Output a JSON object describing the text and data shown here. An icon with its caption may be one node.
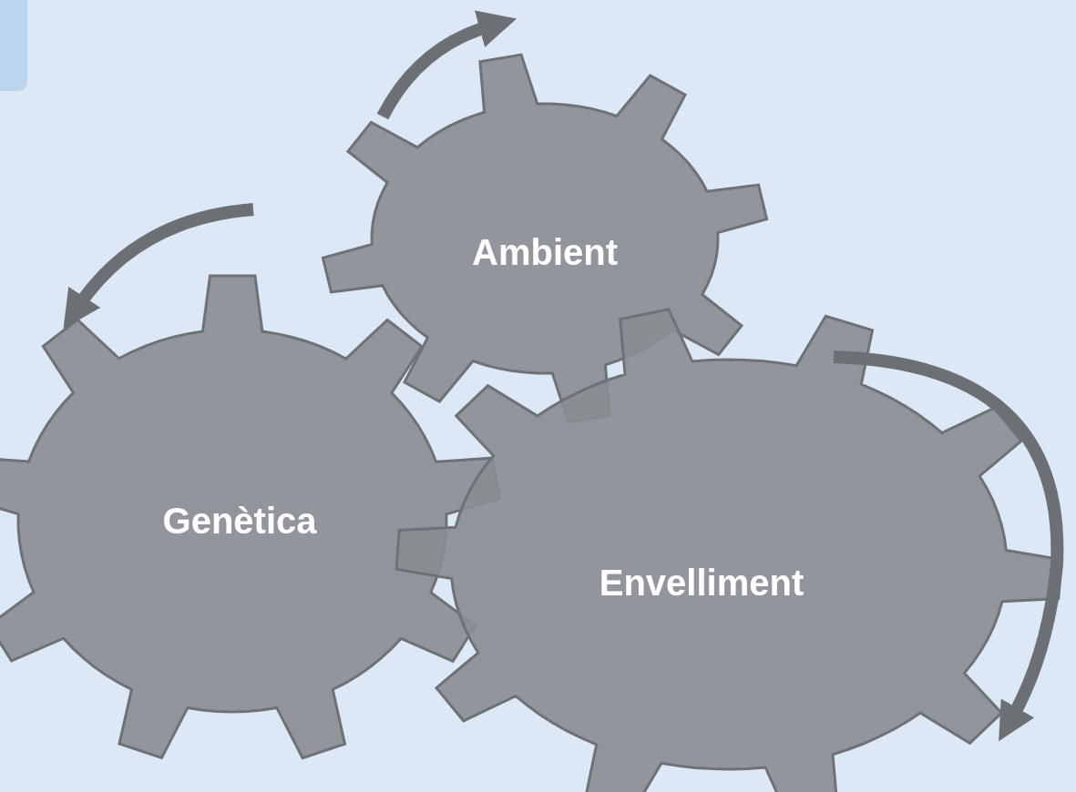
{
  "diagram": {
    "nodes": [
      {
        "text": [
          "Ambient"
        ]
      },
      {
        "text": [
          "Genètica"
        ]
      },
      {
        "text": [
          "Envelliment"
        ]
      }
    ]
  }
}
